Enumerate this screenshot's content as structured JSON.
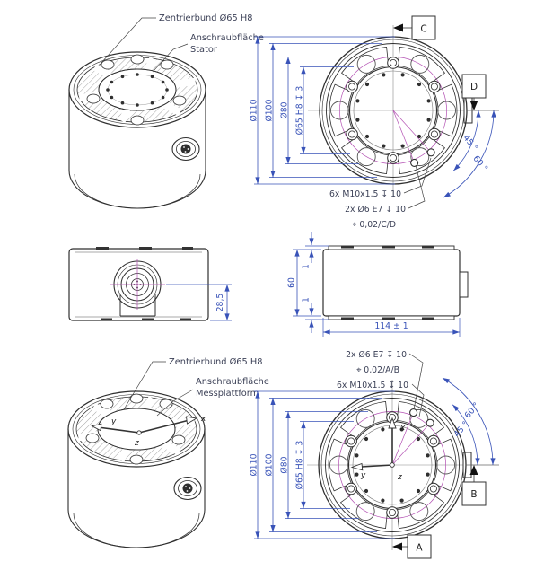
{
  "colors": {
    "dim": "#3953b8",
    "center": "#b350b3",
    "line": "#2f2f2f",
    "label": "#3a3f55"
  },
  "axes": {
    "x": "x",
    "y": "y",
    "z": "z"
  },
  "iso_stator": {
    "callout_zentrierbund": "Zentrierbund Ø65 H8",
    "callout_flaeche_1": "Anschraubfläche",
    "callout_flaeche_2": "Stator"
  },
  "front_stator": {
    "datum_c": "C",
    "datum_d": "D",
    "dia_110": "Ø110",
    "dia_100": "Ø100",
    "dia_80": "Ø80",
    "dia_65": "Ø65 H8 ↧ 3",
    "angle_45": "45 °",
    "angle_60": "60 °",
    "note_m10": "6x M10x1.5 ↧ 10",
    "note_dowel": "2x Ø6 E7 ↧ 10",
    "note_pos": "⌖ 0,02/C/D"
  },
  "side_front": {
    "dim_28_5": "28,5"
  },
  "side_right": {
    "dim_60": "60",
    "dim_1_top": "1",
    "dim_1_bottom": "1",
    "dim_114": "114 ± 1"
  },
  "iso_platform": {
    "callout_zentrierbund": "Zentrierbund Ø65 H8",
    "callout_flaeche_1": "Anschraubfläche",
    "callout_flaeche_2": "Messplattform"
  },
  "front_platform": {
    "datum_a": "A",
    "datum_b": "B",
    "dia_110": "Ø110",
    "dia_100": "Ø100",
    "dia_80": "Ø80",
    "dia_65": "Ø65 H8 ↧ 3",
    "angle_45": "45 °",
    "angle_60": "60 °",
    "note_dowel": "2x Ø6 E7 ↧ 10",
    "note_pos": "⌖ 0,02/A/B",
    "note_m10": "6x M10x1.5 ↧ 10"
  }
}
